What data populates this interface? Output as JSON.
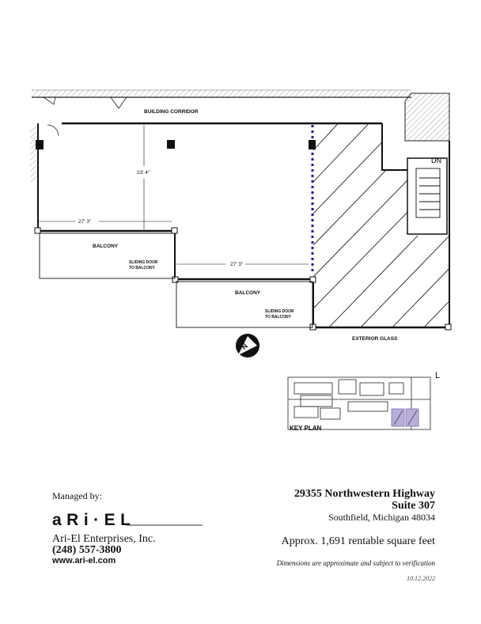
{
  "plan": {
    "labels": {
      "corridor": "BUILDING CORRIDOR",
      "balcony_1": "BALCONY",
      "balcony_2": "BALCONY",
      "sliding_door_1a": "SLIDING DOOR",
      "sliding_door_1b": "TO BALCONY",
      "sliding_door_2a": "SLIDING DOOR",
      "sliding_door_2b": "TO BALCONY",
      "exterior_glass": "EXTERIOR GLASS",
      "stair_dn": "DN",
      "north": "N",
      "key_plan": "KEY PLAN",
      "key_plan_mark": "L"
    },
    "dimensions": {
      "depth": "23' 4\"",
      "width_1": "27' 3\"",
      "width_2": "27' 3\""
    },
    "colors": {
      "suite_boundary": "#1a1aa8",
      "key_plan_highlight": "#7b6aa8"
    }
  },
  "footer": {
    "managed_by": "Managed by:",
    "logo_text": "ARI-EL",
    "company": "Ari-El Enterprises, Inc.",
    "phone": "(248) 557-3800",
    "website": "www.ari-el.com",
    "address_line1": "29355 Northwestern Highway",
    "address_line2": "Suite 307",
    "address_line3": "Southfield, Michigan 48034",
    "area": "Approx. 1,691 rentable square feet",
    "disclaimer": "Dimensions are approximate and subject to verification",
    "date": "10.12.2022"
  }
}
